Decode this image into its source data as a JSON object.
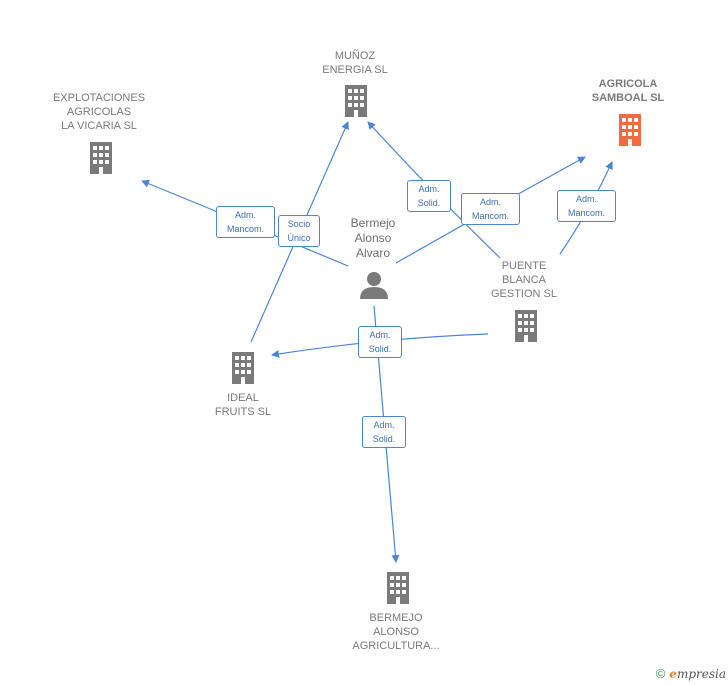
{
  "nodes": {
    "munoz": {
      "label": "MUÑOZ\nENERGIA  SL"
    },
    "explotaciones": {
      "label": "EXPLOTACIONES\nAGRICOLAS\nLA VICARIA  SL"
    },
    "agricola": {
      "label": "AGRICOLA\nSAMBOAL  SL"
    },
    "bermejo_person": {
      "label": "Bermejo\nAlonso\nAlvaro"
    },
    "puente": {
      "label": "PUENTE\nBLANCA\nGESTION  SL"
    },
    "ideal": {
      "label": "IDEAL\nFRUITS SL"
    },
    "bermejo_agri": {
      "label": "BERMEJO\nALONSO\nAGRICULTURA..."
    }
  },
  "edges": {
    "e1": {
      "label": "Adm.\nMancom."
    },
    "e2": {
      "label": "Socio\nÚnico"
    },
    "e3": {
      "label": "Adm.\nSolid."
    },
    "e4": {
      "label": "Adm.\nMancom."
    },
    "e5": {
      "label": "Adm.\nMancom."
    },
    "e6": {
      "label": "Adm.\nSolid."
    },
    "e7": {
      "label": "Adm.\nSolid."
    }
  },
  "colors": {
    "edge": "#4a86d4",
    "building": "#7a7a7a",
    "highlight": "#f26a3d",
    "person": "#7a7a7a"
  },
  "footer": {
    "copyright": "©",
    "brand_first": "e",
    "brand_rest": "mpresia"
  }
}
